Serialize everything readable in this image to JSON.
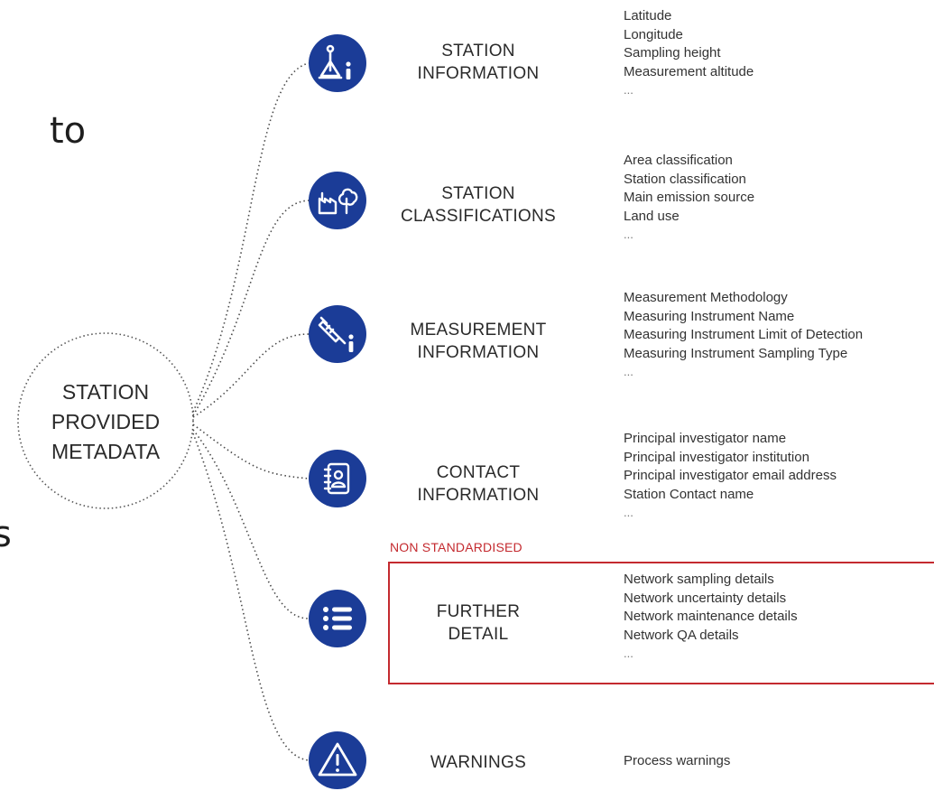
{
  "fragments": [
    "to",
    "s"
  ],
  "center": {
    "lines": [
      "STATION",
      "PROVIDED",
      "METADATA"
    ]
  },
  "non_standardised_label": "NON STANDARDISED",
  "colors": {
    "icon_bg": "#1b3c97",
    "highlight": "#c42a2f"
  },
  "categories": [
    {
      "icon": "antenna-info-icon",
      "title_lines": [
        "STATION",
        "INFORMATION"
      ],
      "details": [
        "Latitude",
        "Longitude",
        "Sampling height",
        "Measurement altitude",
        "..."
      ]
    },
    {
      "icon": "factory-tree-icon",
      "title_lines": [
        "STATION",
        "CLASSIFICATIONS"
      ],
      "details": [
        "Area classification",
        "Station classification",
        "Main emission source",
        "Land use",
        "..."
      ]
    },
    {
      "icon": "syringe-info-icon",
      "title_lines": [
        "MEASUREMENT",
        "INFORMATION"
      ],
      "details": [
        "Measurement Methodology",
        "Measuring Instrument Name",
        "Measuring Instrument Limit of Detection",
        "Measuring Instrument Sampling Type",
        "..."
      ]
    },
    {
      "icon": "contact-book-icon",
      "title_lines": [
        "CONTACT",
        "INFORMATION"
      ],
      "details": [
        "Principal investigator name",
        "Principal investigator institution",
        "Principal investigator email address",
        "Station Contact name",
        "..."
      ]
    },
    {
      "icon": "list-icon",
      "title_lines": [
        "FURTHER",
        "DETAIL"
      ],
      "details": [
        "Network sampling details",
        "Network uncertainty details",
        "Network maintenance details",
        "Network QA details",
        "..."
      ]
    },
    {
      "icon": "warning-icon",
      "title_lines": [
        "WARNINGS"
      ],
      "details": [
        "Process warnings"
      ]
    }
  ]
}
